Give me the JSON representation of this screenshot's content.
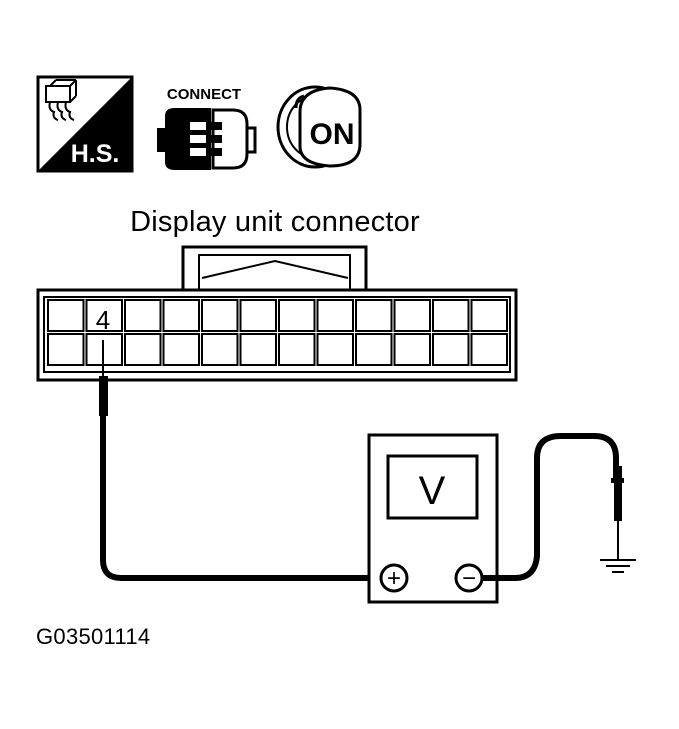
{
  "icons": {
    "harness_sensor": {
      "name": "harness-sensor-icon",
      "label": "H.S."
    },
    "connect": {
      "name": "connector-connect-icon",
      "label": "CONNECT"
    },
    "ignition": {
      "name": "ignition-key-on-icon",
      "label": "ON"
    }
  },
  "diagram": {
    "title": "Display unit connector",
    "terminal_label": "4",
    "meter_label": "V",
    "positive_symbol": "+",
    "negative_symbol": "−",
    "figure_code": "G03501114"
  }
}
